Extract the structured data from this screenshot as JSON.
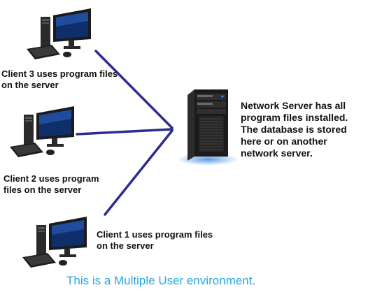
{
  "clients": [
    {
      "name": "client-3",
      "label": "Client 3 uses program files on the server"
    },
    {
      "name": "client-2",
      "label": "Client 2 uses program files on the server"
    },
    {
      "name": "client-1",
      "label": "Client 1 uses program files on the server"
    }
  ],
  "server": {
    "label": "Network Server has all program files installed. The database is stored here or on another network server."
  },
  "caption": "This is a Multiple User environment.",
  "colors": {
    "connection": "#2b2d8f",
    "caption": "#29a8e0",
    "server_glow": "#4a8fe0"
  },
  "icons": {
    "client": "desktop-computer-icon",
    "server": "tower-server-icon"
  }
}
